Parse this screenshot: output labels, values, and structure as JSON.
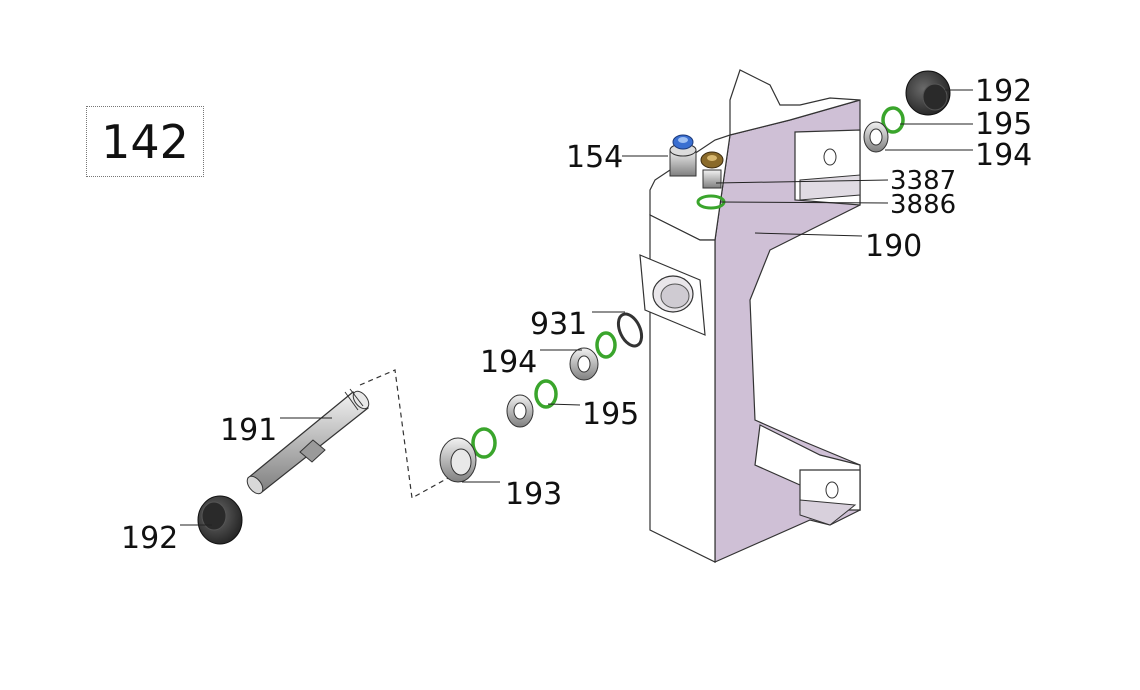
{
  "group_number": "142",
  "labels": {
    "p154": "154",
    "p192_top": "192",
    "p195_top": "195",
    "p194_top": "194",
    "p3387": "3387",
    "p3886": "3886",
    "p190": "190",
    "p931": "931",
    "p194_mid": "194",
    "p195_mid": "195",
    "p191": "191",
    "p193": "193",
    "p192_bottom": "192"
  },
  "colors": {
    "body_side": "#cfc0d6",
    "body_face": "#ffffff",
    "oring": "#3aa52c",
    "cap": "#3a3a3a",
    "fitting_blue": "#3a6fd1",
    "fitting_brass": "#8a6a2a",
    "metal": "#bcbcbc"
  }
}
